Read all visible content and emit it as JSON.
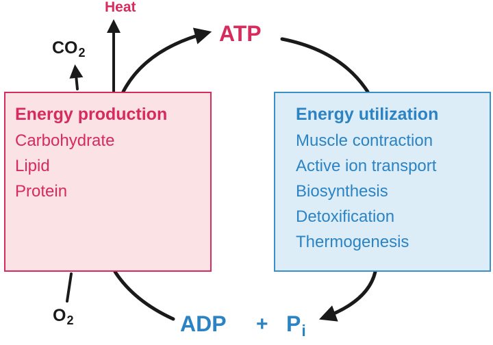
{
  "colors": {
    "production": "#d72a5d",
    "production_fill": "#fbe2e4",
    "utilization": "#2b83c3",
    "utilization_fill": "#dcedf8",
    "arrow": "#1a1a1a"
  },
  "labels": {
    "heat": "Heat",
    "atp": "ATP",
    "co2_main": "CO",
    "co2_sub": "2",
    "o2_main": "O",
    "o2_sub": "2",
    "adp": "ADP",
    "plus": "+",
    "pi_main": "P",
    "pi_sub": "i"
  },
  "production": {
    "title": "Energy production",
    "items": [
      "Carbohydrate",
      "Lipid",
      "Protein"
    ]
  },
  "utilization": {
    "title": "Energy utilization",
    "items": [
      "Muscle contraction",
      "Active ion transport",
      "Biosynthesis",
      "Detoxification",
      "Thermogenesis"
    ]
  }
}
